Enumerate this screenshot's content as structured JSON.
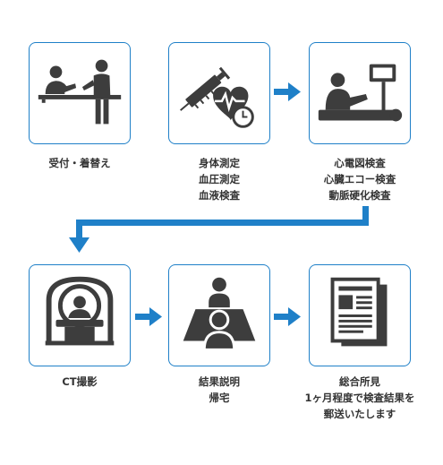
{
  "colors": {
    "accent": "#1f80c8",
    "icon": "#3d3d3d",
    "label": "#333333"
  },
  "steps": [
    {
      "icon": "reception-counter-icon",
      "lines": [
        "受付・着替え"
      ]
    },
    {
      "icon": "syringe-heart-icon",
      "lines": [
        "身体測定",
        "血圧測定",
        "血液検査"
      ]
    },
    {
      "icon": "ecg-examination-icon",
      "lines": [
        "心電図検査",
        "心臓エコー検査",
        "動脈硬化検査"
      ]
    },
    {
      "icon": "ct-scanner-icon",
      "lines": [
        "CT撮影"
      ]
    },
    {
      "icon": "doctor-consultation-icon",
      "lines": [
        "結果説明",
        "帰宅"
      ]
    },
    {
      "icon": "report-document-icon",
      "lines": [
        "総合所見",
        "1ヶ月程度で検査結果を",
        "郵送いたします"
      ]
    }
  ]
}
